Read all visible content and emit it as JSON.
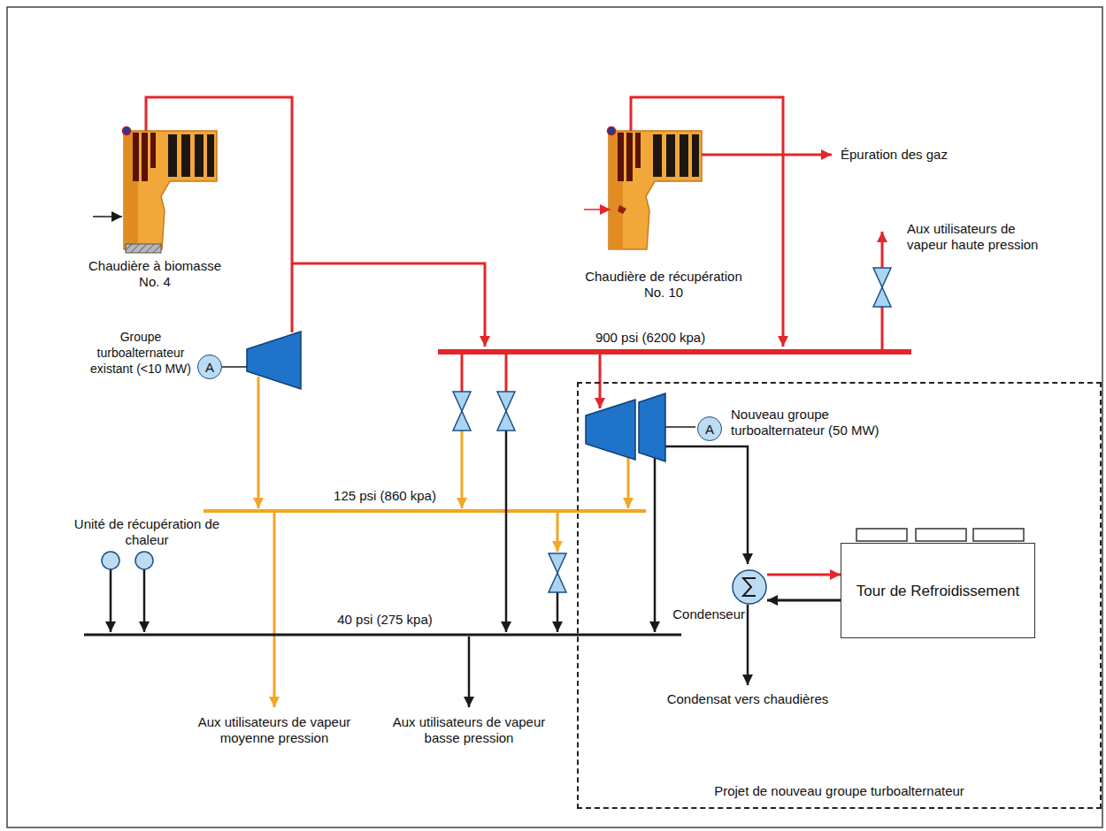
{
  "diagram": {
    "nodes": [
      {
        "text": [
          "A"
        ]
      },
      {
        "text": [
          "Projet de nouveau groupe turboalternateur"
        ]
      },
      {
        "text": [
          "A"
        ],
        "in": 1
      },
      {
        "text": [
          "Tour de Refroidissement"
        ],
        "in": 1
      },
      {
        "text": [
          "Condenseur"
        ],
        "in": 1
      }
    ],
    "edges": [
      {
        "from": 4,
        "to": 3,
        "arrow": "to"
      },
      {
        "from": 3,
        "to": 4,
        "arrow": "to"
      }
    ],
    "labels": [
      "Chaudière à biomasse No. 4",
      "Épuration des gaz",
      "Aux utilisateurs de vapeur haute pression",
      "Chaudière de récupération No. 10",
      "Groupe turboalternateur existant (<10 MW)",
      "900 psi (6200 kpa)",
      "Nouveau groupe turboalternateur (50 MW)",
      "125 psi (860 kpa)",
      "Unité de récupération de chaleur",
      "40 psi (275 kpa)",
      "Condensat vers chaudières",
      "Aux utilisateurs de vapeur moyenne pression",
      "Aux utilisateurs de vapeur basse pression"
    ]
  }
}
